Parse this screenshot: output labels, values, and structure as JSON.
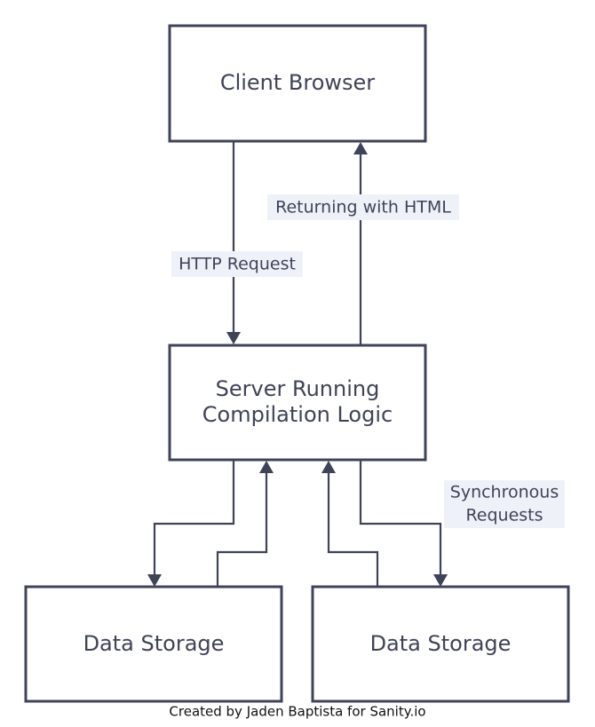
{
  "nodes": {
    "client": {
      "label": "Client Browser"
    },
    "server": {
      "line1": "Server Running",
      "line2": "Compilation Logic"
    },
    "storage_left": {
      "label": "Data Storage"
    },
    "storage_right": {
      "label": "Data Storage"
    }
  },
  "edges": {
    "http_request": "HTTP Request",
    "returning": "Returning with HTML",
    "sync_line1": "Synchronous",
    "sync_line2": "Requests"
  },
  "credit": "Created by Jaden Baptista for Sanity.io",
  "colors": {
    "stroke": "#3f4358",
    "label_background": "#eef2f8"
  }
}
